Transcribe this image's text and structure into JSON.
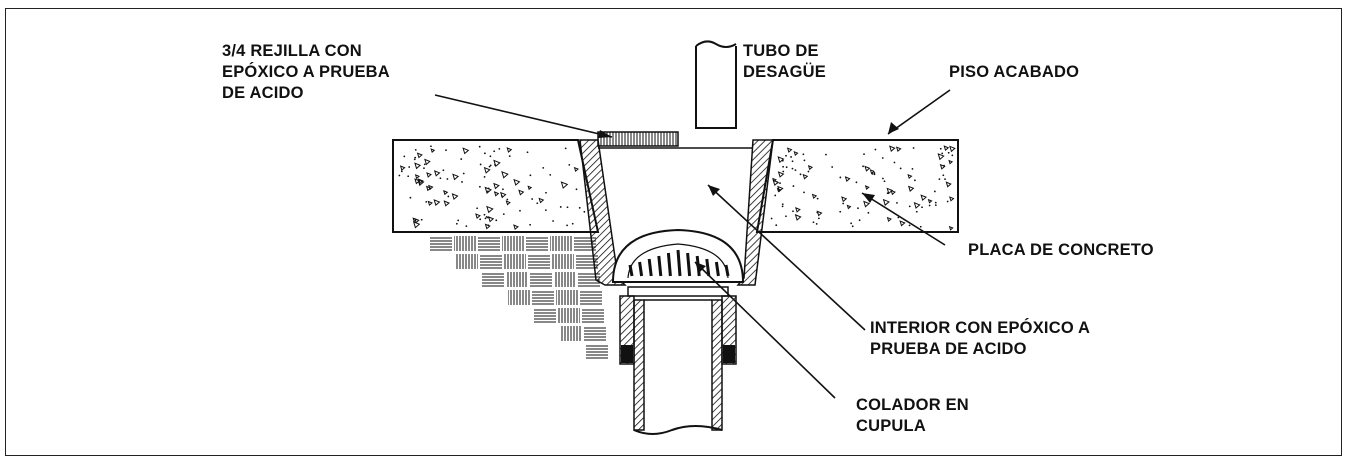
{
  "labels": {
    "grate": {
      "line1": "3/4 REJILLA CON",
      "line2": "EPÓXICO A PRUEBA",
      "line3": "DE ACIDO"
    },
    "drain_pipe": {
      "line1": "TUBO DE",
      "line2": "DESAGÜE"
    },
    "finished_floor": {
      "line1": "PISO ACABADO"
    },
    "concrete_slab": {
      "line1": "PLACA DE CONCRETO"
    },
    "interior": {
      "line1": "INTERIOR CON EPÓXICO A",
      "line2": "PRUEBA DE ACIDO"
    },
    "dome_strainer": {
      "line1": "COLADOR EN",
      "line2": "CUPULA"
    }
  },
  "colors": {
    "ink": "#111111",
    "background": "#ffffff"
  }
}
